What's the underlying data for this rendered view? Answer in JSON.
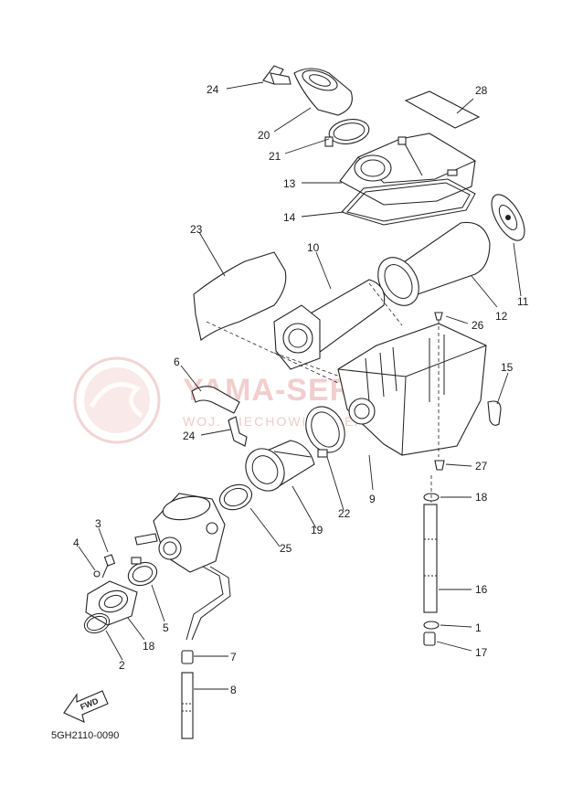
{
  "watermark": {
    "brand": "YAMA-SERWIS.PL",
    "subtitle": "WOJ. CIECHOWICZ  DEALER YAMAHA"
  },
  "fwd_label": "FWD",
  "diagram_code": "5GH2110-0090",
  "callouts": [
    {
      "id": "p24a",
      "label": "24"
    },
    {
      "id": "p28",
      "label": "28"
    },
    {
      "id": "p20",
      "label": "20"
    },
    {
      "id": "p21",
      "label": "21"
    },
    {
      "id": "p13",
      "label": "13"
    },
    {
      "id": "p14",
      "label": "14"
    },
    {
      "id": "p23",
      "label": "23"
    },
    {
      "id": "p10",
      "label": "10"
    },
    {
      "id": "p11",
      "label": "11"
    },
    {
      "id": "p12",
      "label": "12"
    },
    {
      "id": "p26",
      "label": "26"
    },
    {
      "id": "p6",
      "label": "6"
    },
    {
      "id": "p15",
      "label": "15"
    },
    {
      "id": "p24b",
      "label": "24"
    },
    {
      "id": "p9",
      "label": "9"
    },
    {
      "id": "p27",
      "label": "27"
    },
    {
      "id": "p22",
      "label": "22"
    },
    {
      "id": "p19",
      "label": "19"
    },
    {
      "id": "p18a",
      "label": "18"
    },
    {
      "id": "p3",
      "label": "3"
    },
    {
      "id": "p25",
      "label": "25"
    },
    {
      "id": "p4",
      "label": "4"
    },
    {
      "id": "p16",
      "label": "16"
    },
    {
      "id": "p5",
      "label": "5"
    },
    {
      "id": "p1",
      "label": "1"
    },
    {
      "id": "p18b",
      "label": "18"
    },
    {
      "id": "p2",
      "label": "2"
    },
    {
      "id": "p17",
      "label": "17"
    },
    {
      "id": "p7",
      "label": "7"
    },
    {
      "id": "p8",
      "label": "8"
    }
  ]
}
